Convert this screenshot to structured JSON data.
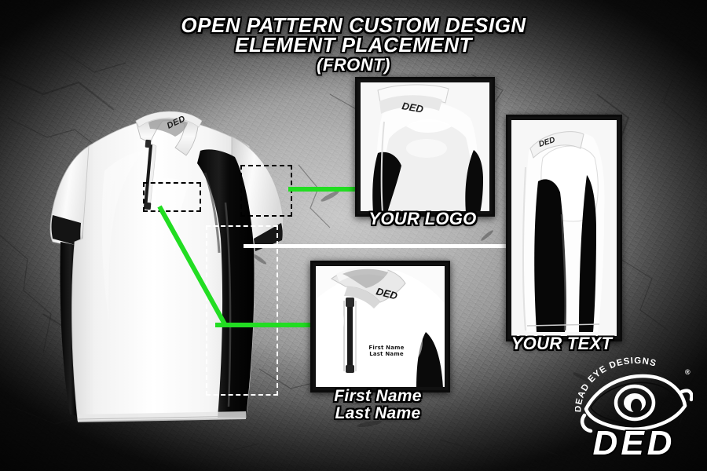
{
  "title": {
    "line1": "OPEN PATTERN CUSTOM DESIGN",
    "line2": "ELEMENT PLACEMENT",
    "line3": "(FRONT)"
  },
  "callouts": {
    "logo_label": "YOUR LOGO",
    "text_label": "YOUR TEXT",
    "name_label_line1": "First Name",
    "name_label_line2": "Last Name"
  },
  "garment": {
    "collar_brand": "DED",
    "printed_name_line1": "First Name",
    "printed_name_line2": "Last Name"
  },
  "brand": {
    "arc_text": "DEAD EYE DESIGNS",
    "registered_mark": "®",
    "wordmark": "DED",
    "icon": "eye-logo"
  },
  "colors": {
    "accent_green": "#22dd22",
    "connector_white": "#ffffff",
    "garment_white": "#f4f4f4",
    "garment_black": "#0c0c0c",
    "text_white": "#ffffff",
    "outline_black": "#000000"
  },
  "panels": {
    "top_inset": "shoulder-sleeve-closeup",
    "right_inset": "side-view",
    "bottom_inset": "chest-name-closeup"
  }
}
